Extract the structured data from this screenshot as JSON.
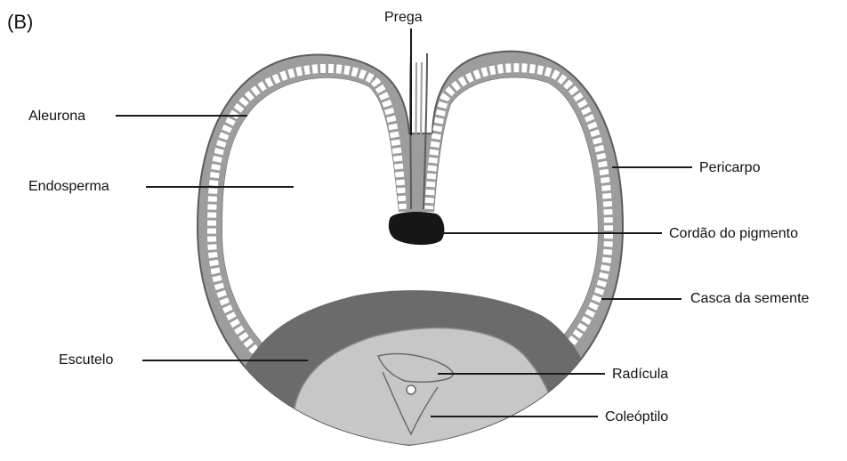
{
  "figure": {
    "panel_label": "(B)",
    "colors": {
      "pericarp": "#9d9d9d",
      "pericarp_edge": "#5c5c5c",
      "aleurone_cells": "#ffffff",
      "endosperm": "#ffffff",
      "scutellum": "#6b6b6b",
      "embryo": "#c7c7c7",
      "pigment_strand": "#161616",
      "label_text": "#111111"
    },
    "labels": {
      "crease": "Prega",
      "aleurone": "Aleurona",
      "endosperm": "Endosperma",
      "pericarp": "Pericarpo",
      "pigment_strand": "Cordão do pigmento",
      "seed_coat": "Casca da semente",
      "scutellum": "Escutelo",
      "radicle": "Radícula",
      "coleoptile": "Coleóptilo"
    }
  }
}
